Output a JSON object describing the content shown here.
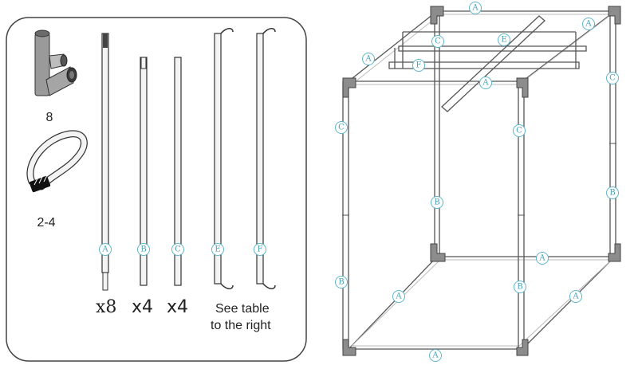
{
  "parts": {
    "connector": {
      "count": "8"
    },
    "strap": {
      "count": "2-4"
    },
    "poles": [
      {
        "tag": "A",
        "qty": "x8"
      },
      {
        "tag": "B",
        "qty": "x4"
      },
      {
        "tag": "C",
        "qty": "x4"
      },
      {
        "tag": "E",
        "qty": ""
      },
      {
        "tag": "F",
        "qty": ""
      }
    ],
    "note_line1": "See table",
    "note_line2": "to the right"
  },
  "frame_labels": {
    "top_back": "A",
    "top_left": "A",
    "top_right": "A",
    "top_front": "A",
    "inner_c": "C",
    "inner_e": "E",
    "inner_f": "F",
    "upper_left": "C",
    "upper_mid": "C",
    "upper_right": "C",
    "mid_vertical": "B",
    "lower_left": "B",
    "lower_mid": "B",
    "right_b": "B",
    "base_back": "A",
    "base_left": "A",
    "base_right": "A",
    "base_front": "A"
  }
}
